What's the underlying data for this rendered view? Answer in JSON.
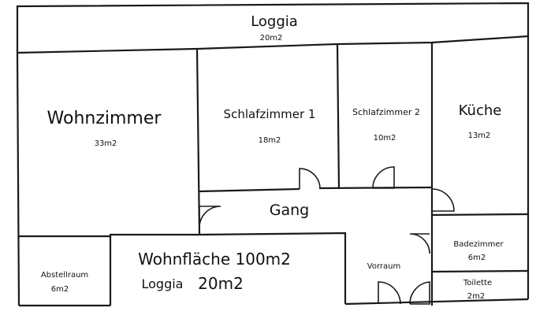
{
  "colors": {
    "wall": "#1a1a1a",
    "background": "#ffffff",
    "text": "#111111"
  },
  "rooms": {
    "loggia": {
      "name": "Loggia",
      "area": "20m2"
    },
    "wohnzimmer": {
      "name": "Wohnzimmer",
      "area": "33m2"
    },
    "schlafzimmer1": {
      "name": "Schlafzimmer 1",
      "area": "18m2"
    },
    "schlafzimmer2": {
      "name": "Schlafzimmer 2",
      "area": "10m2"
    },
    "kueche": {
      "name": "Küche",
      "area": "13m2"
    },
    "gang": {
      "name": "Gang"
    },
    "abstellraum": {
      "name": "Abstellraum",
      "area": "6m2"
    },
    "vorraum": {
      "name": "Vorraum"
    },
    "badezimmer": {
      "name": "Badezimmer",
      "area": "6m2"
    },
    "toilette": {
      "name": "Toilette",
      "area": "2m2"
    }
  },
  "summary": {
    "wohnflaeche_label": "Wohnfläche 100m2",
    "loggia_label": "Loggia",
    "loggia_value": "20m2"
  }
}
